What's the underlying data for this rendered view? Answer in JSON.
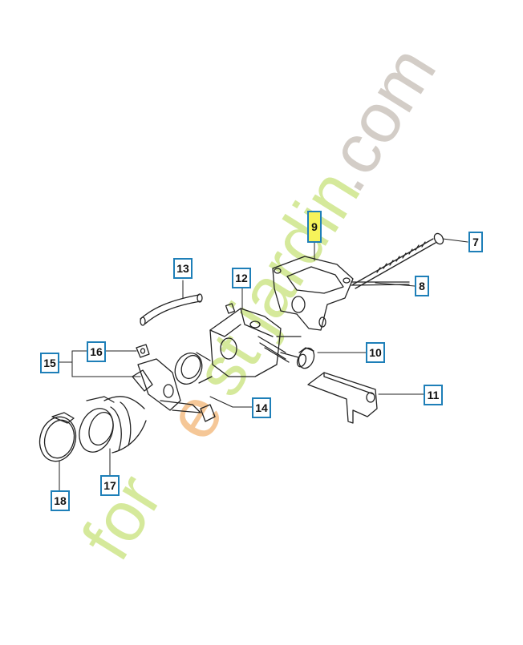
{
  "watermark": {
    "text": "forestjardin.com",
    "colors": [
      "#bfe06a",
      "#f2b06a",
      "#bfb7ad"
    ]
  },
  "parts": [
    {
      "id": "p7",
      "label": "7"
    },
    {
      "id": "p8",
      "label": "8"
    },
    {
      "id": "p9",
      "label": "9",
      "highlighted": true
    },
    {
      "id": "p10",
      "label": "10"
    },
    {
      "id": "p11",
      "label": "11"
    },
    {
      "id": "p12",
      "label": "12"
    },
    {
      "id": "p13",
      "label": "13"
    },
    {
      "id": "p14",
      "label": "14"
    },
    {
      "id": "p15",
      "label": "15"
    },
    {
      "id": "p16",
      "label": "16"
    },
    {
      "id": "p17",
      "label": "17"
    },
    {
      "id": "p18",
      "label": "18"
    }
  ],
  "colors": {
    "callout_border": "#1e7fb8",
    "highlight": "#f6f35a",
    "line": "#222222"
  }
}
